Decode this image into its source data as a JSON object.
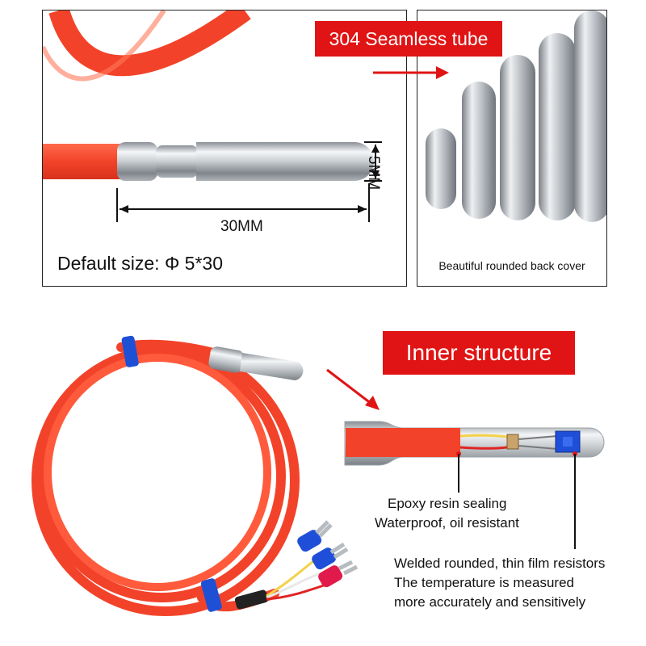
{
  "banners": {
    "tube": "304 Seamless tube",
    "inner": "Inner structure"
  },
  "probe_closeup": {
    "length_label": "30MM",
    "diameter_label": "5MM",
    "default_size": "Default size: Φ 5*30"
  },
  "caps_view": {
    "caption": "Beautiful rounded back cover"
  },
  "callouts": {
    "epoxy": [
      "Epoxy resin sealing",
      "Waterproof, oil resistant"
    ],
    "resistor": [
      "Welded rounded, thin film resistors",
      "The temperature is measured",
      "more accurately and sensitively"
    ]
  },
  "colors": {
    "cable": "#f2432a",
    "banner": "#e01414",
    "steel": "#c4c8cc",
    "clip": "#1e50d6",
    "terminal_blue": "#1f4fd8",
    "terminal_red": "#e01a4a"
  },
  "icons": [
    "arrow-right-icon",
    "arrow-down-right-icon"
  ]
}
